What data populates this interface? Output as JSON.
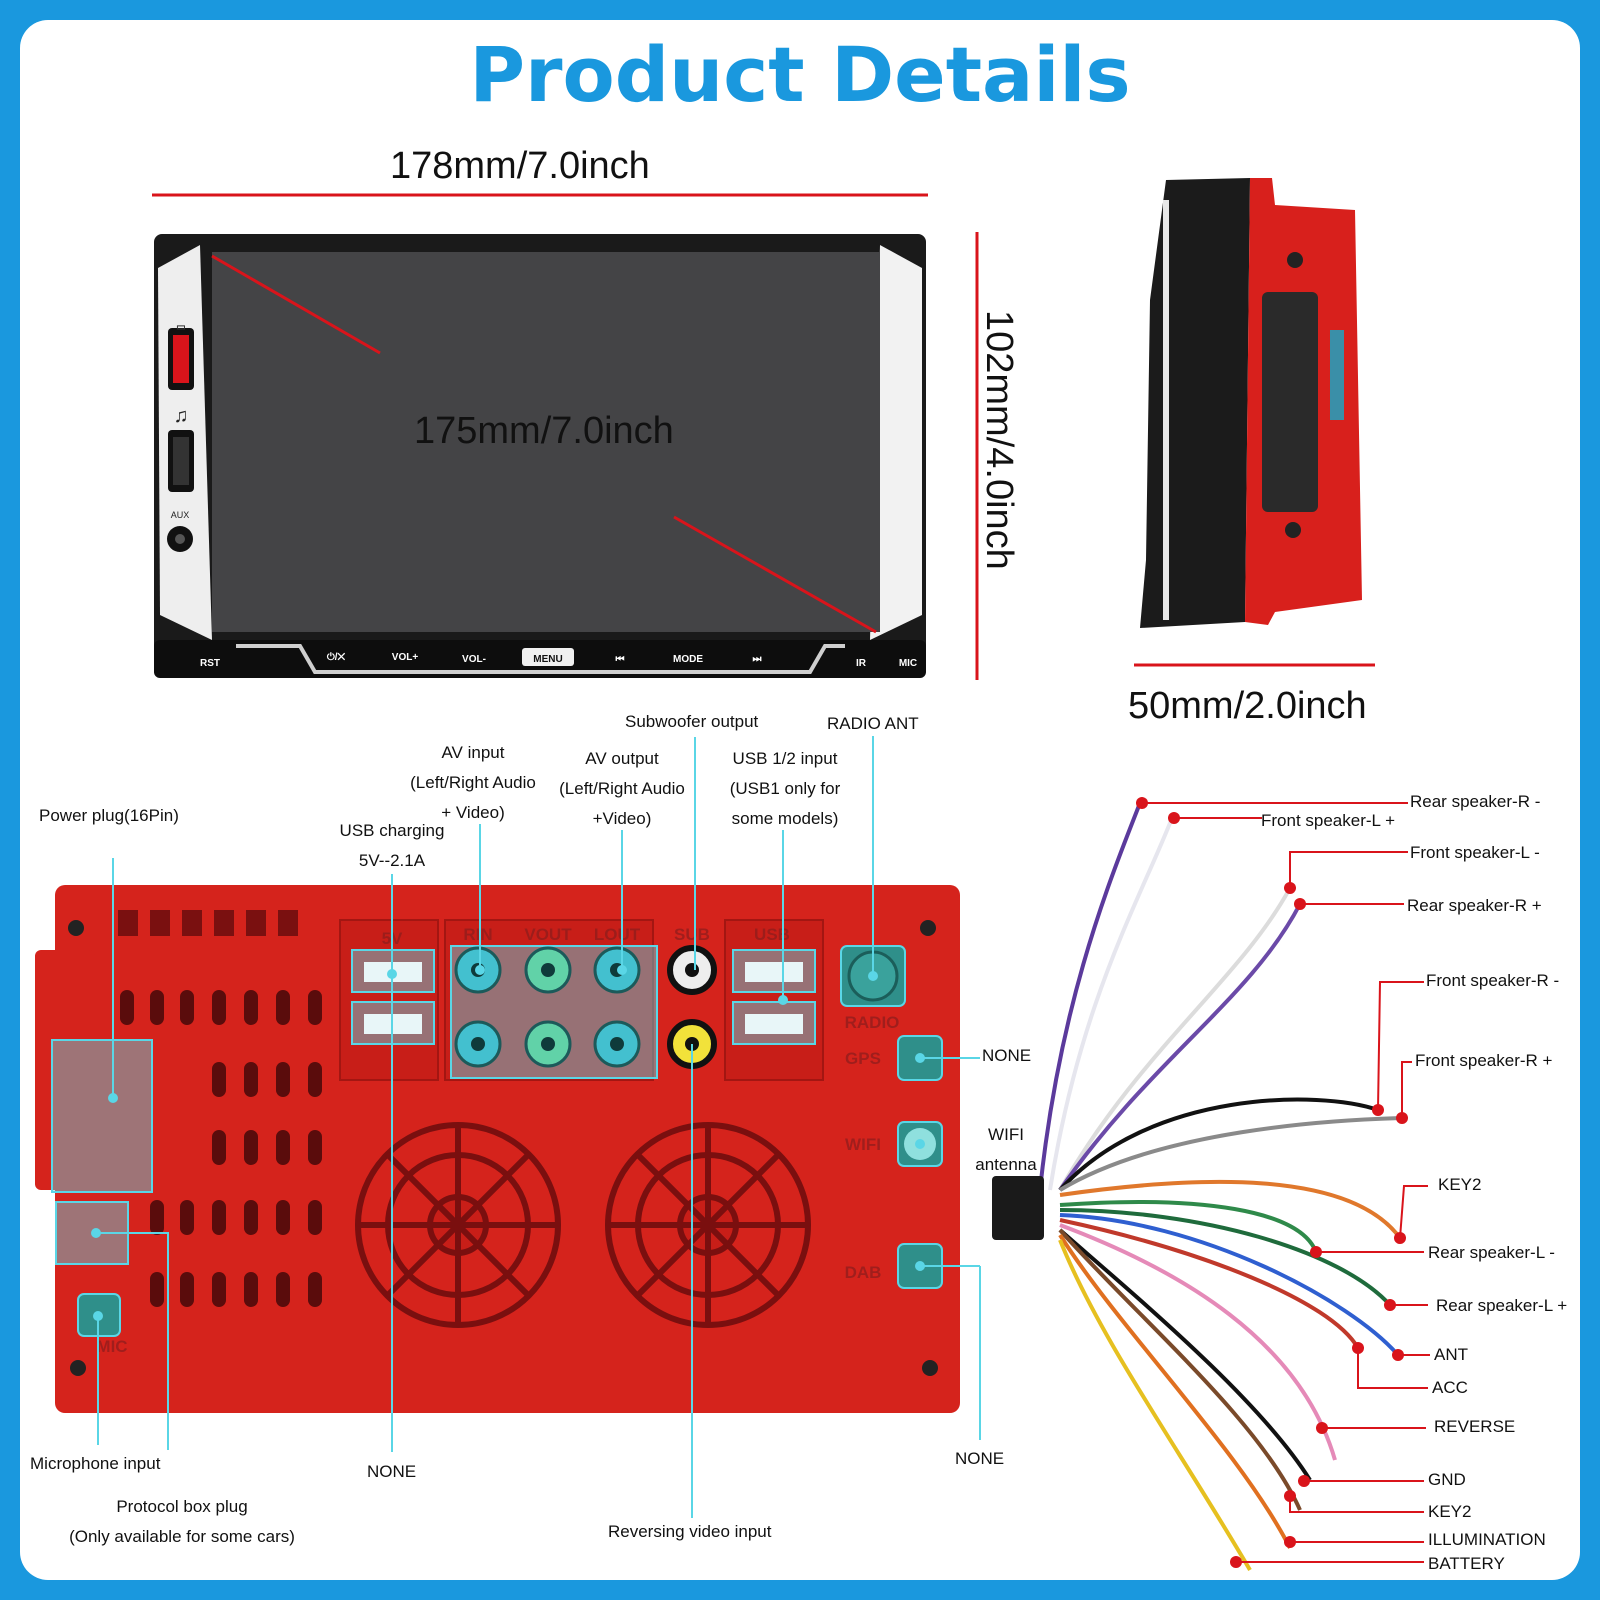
{
  "title": "Product Details",
  "dimensions": {
    "width": "178mm/7.0inch",
    "screen": "175mm/7.0inch",
    "height": "102mm/4.0inch",
    "depth": "50mm/2.0inch"
  },
  "front_panel": {
    "side": {
      "aux": "AUX"
    },
    "buttons": [
      "RST",
      "VOL+",
      "VOL-",
      "MENU",
      "MODE",
      "IR",
      "MIC"
    ]
  },
  "rear_labels": {
    "power_plug": "Power plug(16Pin)",
    "usb_charging": [
      "USB charging",
      "5V--2.1A"
    ],
    "av_input": [
      "AV input",
      "(Left/Right Audio",
      "+ Video)"
    ],
    "av_output": [
      "AV output",
      "(Left/Right Audio",
      "+Video)"
    ],
    "subwoofer": "Subwoofer output",
    "usb_input": [
      "USB 1/2 input",
      "(USB1 only for",
      "some models)"
    ],
    "radio_ant": "RADIO ANT",
    "gps": "NONE",
    "wifi": [
      "WIFI",
      "antenna"
    ],
    "dab": "NONE",
    "microphone": "Microphone input",
    "protocol": [
      "Protocol box plug",
      "(Only available for some cars)"
    ],
    "bottom_none": "NONE",
    "reversing": "Reversing video input"
  },
  "panel_prints": [
    "5V",
    "RIN",
    "VOUT",
    "LOUT",
    "SUB",
    "USB",
    "RADIO",
    "GPS",
    "WIFI",
    "DAB",
    "MIC"
  ],
  "wires": [
    {
      "label": "Rear speaker-R  -",
      "color": "#5b3a9c"
    },
    {
      "label": "Front speaker-L  +",
      "color": "#e6e6ee"
    },
    {
      "label": "Front speaker-L  -",
      "color": "#dcdcdc"
    },
    {
      "label": "Rear speaker-R  +",
      "color": "#6b4aa8"
    },
    {
      "label": "Front speaker-R  -",
      "color": "#111111"
    },
    {
      "label": "Front speaker-R  +",
      "color": "#8a8a8a"
    },
    {
      "label": "KEY2",
      "color": "#e0782c"
    },
    {
      "label": "Rear speaker-L  -",
      "color": "#2f8a4a"
    },
    {
      "label": "Rear speaker-L  +",
      "color": "#1f6b3c"
    },
    {
      "label": "ANT",
      "color": "#2f5fd0"
    },
    {
      "label": "ACC",
      "color": "#c0392b"
    },
    {
      "label": "REVERSE",
      "color": "#e58ab8"
    },
    {
      "label": "GND",
      "color": "#111111"
    },
    {
      "label": "KEY2",
      "color": "#7a4a2a"
    },
    {
      "label": "ILLUMINATION",
      "color": "#e07020"
    },
    {
      "label": "BATTERY",
      "color": "#e6c020"
    }
  ],
  "colors": {
    "brand": "#1a98de",
    "dimension_line": "#d9141b",
    "panel": "#e02b24",
    "callout": "#5ad6e6"
  }
}
